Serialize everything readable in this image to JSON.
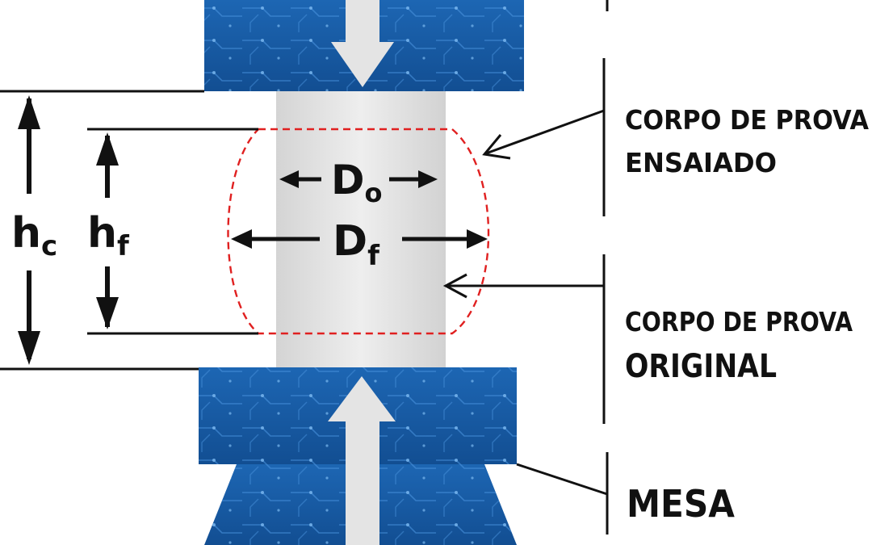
{
  "labels": {
    "h_c_main": "h",
    "h_c_sub": "c",
    "h_f_main": "h",
    "h_f_sub": "f",
    "D_o_main": "D",
    "D_o_sub": "o",
    "D_f_main": "D",
    "D_f_sub": "f"
  },
  "callouts": {
    "tested_line1": "CORPO DE PROVA",
    "tested_line2": "ENSAIADO",
    "original_line1": "CORPO DE PROVA",
    "original_line2": "ORIGINAL",
    "table": "MESA"
  },
  "colors": {
    "platen_blue": "#1b5fa8",
    "platen_dark": "#0f4585",
    "circuit": "#3f8ad8",
    "specimen": "#dcdcdc",
    "dashed_outline": "#e02020",
    "arrow_fill": "#e4e4e4",
    "ink": "#111111"
  },
  "icons": {
    "top_platen_arrow": "arrow-down-icon",
    "bottom_platen_arrow": "arrow-up-icon"
  }
}
